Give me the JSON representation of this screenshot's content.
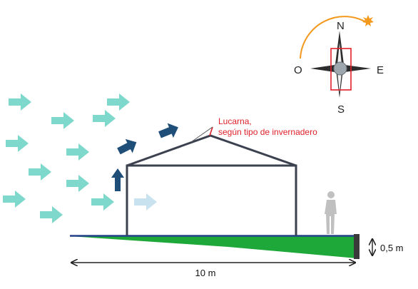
{
  "compass": {
    "north": "N",
    "south": "S",
    "east": "E",
    "west": "O"
  },
  "skylight_label": {
    "line1": "Lucarna,",
    "line2": "según tipo de invernadero"
  },
  "dimensions": {
    "width": "10 m",
    "height": "0,5 m"
  },
  "colors": {
    "wind_arrow": "#7fd8cc",
    "air_flow_arrow": "#1f4e79",
    "inner_flow_arrow": "#c8e2f0",
    "structure": "#3c4150",
    "ground": "#1fa83a",
    "label": "#e0202a",
    "sun": "#f39a1e",
    "person": "#c0c0c0"
  }
}
